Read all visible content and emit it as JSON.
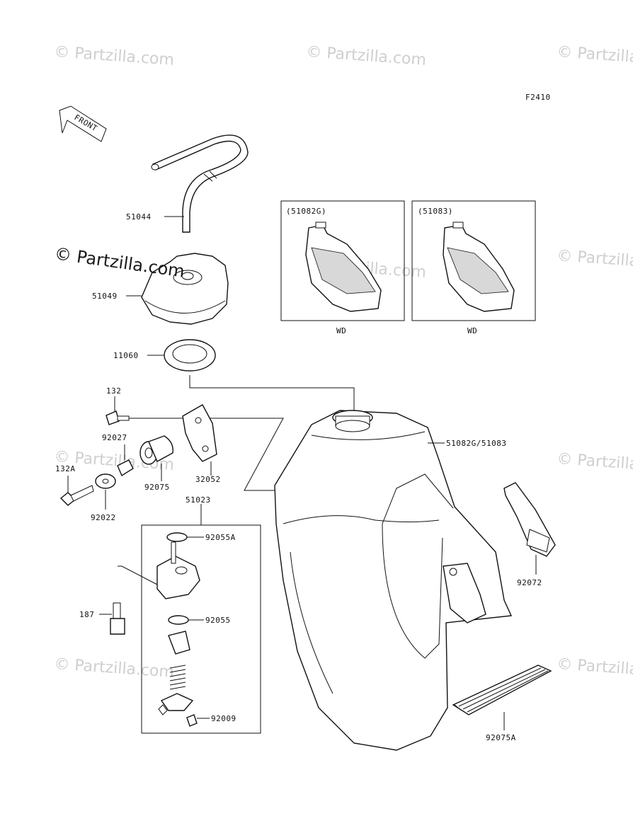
{
  "figure_code": "F2410",
  "front_arrow_label": "FRONT",
  "watermark": "© Partzilla.com",
  "inset_boxes": [
    {
      "part": "(51082G)",
      "variant": "WD"
    },
    {
      "part": "(51083)",
      "variant": "WD"
    }
  ],
  "callouts": {
    "hose": "51044",
    "cap": "51049",
    "gasket": "11060",
    "bolt_132": "132",
    "collar": "92027",
    "bolt_132a": "132A",
    "washer": "92022",
    "damper": "92075",
    "bracket": "32052",
    "fuel_cock_assy": "51023",
    "oring_a": "92055A",
    "bolt_187": "187",
    "oring": "92055",
    "screw": "92009",
    "tank": "51082G/51083",
    "strap": "92072",
    "pad": "92075A"
  }
}
